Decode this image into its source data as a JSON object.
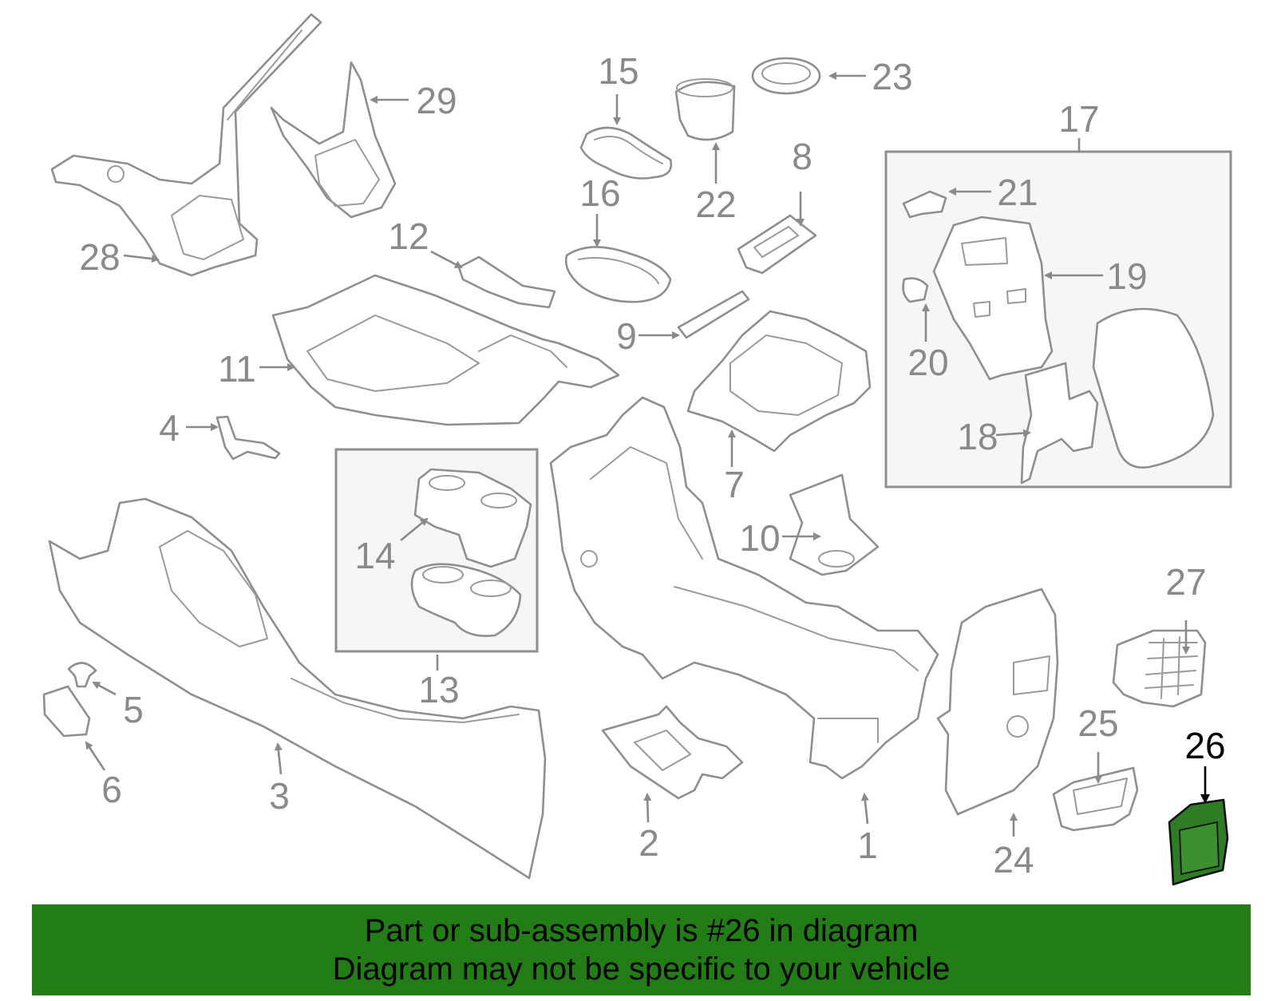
{
  "diagram": {
    "highlight_color": "#2e7d24",
    "banner_color": "#237d16",
    "callouts": [
      "1",
      "2",
      "3",
      "4",
      "5",
      "6",
      "7",
      "8",
      "9",
      "10",
      "11",
      "12",
      "13",
      "14",
      "15",
      "16",
      "17",
      "18",
      "19",
      "20",
      "21",
      "22",
      "23",
      "24",
      "25",
      "26",
      "27",
      "28",
      "29"
    ],
    "highlighted_callout": "26"
  },
  "banner": {
    "line1": "Part or sub-assembly is #26 in diagram",
    "line2": "Diagram may not be specific to your vehicle"
  }
}
